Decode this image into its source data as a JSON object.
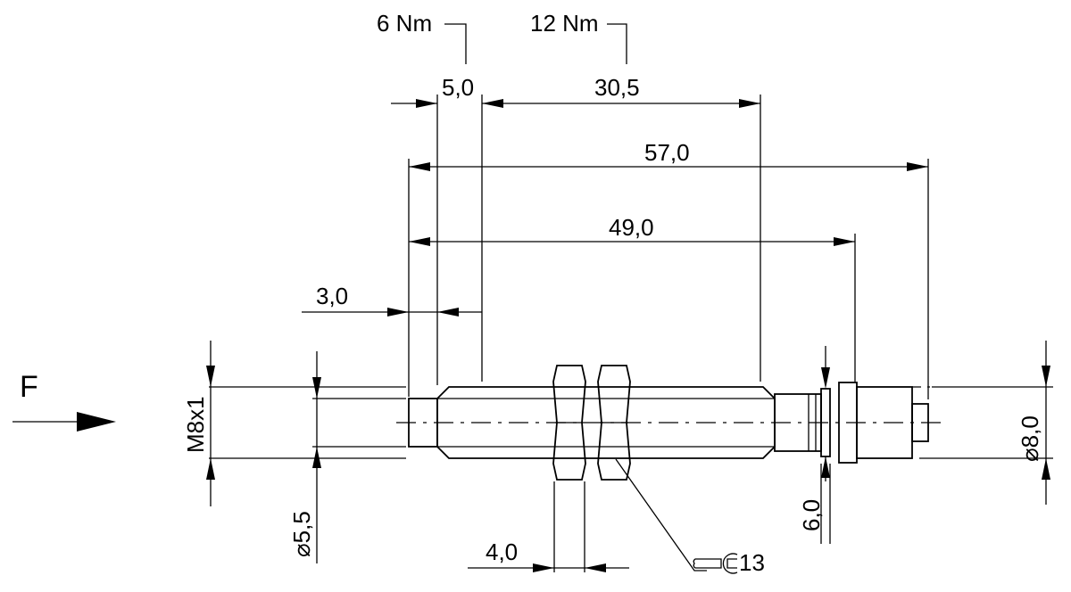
{
  "diagram": {
    "direction_label": "F",
    "torque_front": "6 Nm",
    "torque_rear": "12 Nm",
    "dim_front_nut_zone": "5,0",
    "dim_rear_nut_zone": "30,5",
    "dim_total_length": "57,0",
    "dim_thread_length": "49,0",
    "dim_cap_offset": "3,0",
    "dim_thread_size": "M8x1",
    "dim_tip_diameter": "⌀5,5",
    "dim_nut_thickness": "4,0",
    "dim_connector_diameter": "⌀8,0",
    "dim_flange_width": "6,0",
    "wrench_size": "13"
  }
}
